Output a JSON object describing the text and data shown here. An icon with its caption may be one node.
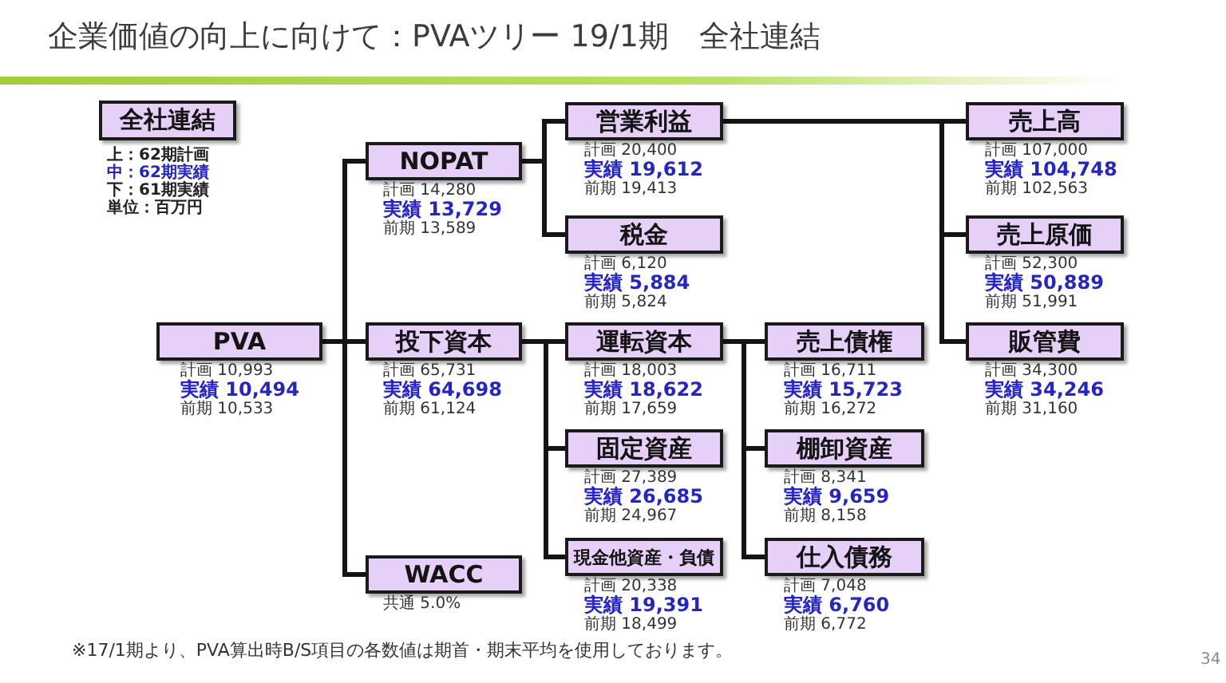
{
  "diagram": {
    "title": "企業価値の向上に向けて：PVAツリー 19/1期　全社連結",
    "caption": "※17/1期より、PVA算出時B/S項目の各数値は期首・期末平均を使用しております。",
    "nodes": [
      {
        "text": [
          "全社連結"
        ],
        "beside": [
          "上：62期計画",
          "中：62期実績",
          "下：61期実績",
          "単位：百万円"
        ]
      },
      {
        "text": [
          "NOPAT"
        ],
        "beside": [
          "計画 14,280",
          "実績 13,729",
          "前期 13,589"
        ]
      },
      {
        "text": [
          "営業利益"
        ],
        "beside": [
          "計画 20,400",
          "実績 19,612",
          "前期 19,413"
        ]
      },
      {
        "text": [
          "売上高"
        ],
        "beside": [
          "計画 107,000",
          "実績 104,748",
          "前期 102,563"
        ]
      },
      {
        "text": [
          "売上原価"
        ],
        "beside": [
          "計画 52,300",
          "実績 50,889",
          "前期 51,991"
        ]
      },
      {
        "text": [
          "税金"
        ],
        "beside": [
          "計画 6,120",
          "実績 5,884",
          "前期 5,824"
        ]
      },
      {
        "text": [
          "PVA"
        ],
        "beside": [
          "計画 10,993",
          "実績 10,494",
          "前期 10,533"
        ]
      },
      {
        "text": [
          "投下資本"
        ],
        "beside": [
          "計画 65,731",
          "実績 64,698",
          "前期 61,124"
        ]
      },
      {
        "text": [
          "運転資本"
        ],
        "beside": [
          "計画 18,003",
          "実績 18,622",
          "前期 17,659"
        ]
      },
      {
        "text": [
          "売上債権"
        ],
        "beside": [
          "計画 16,711",
          "実績 15,723",
          "前期 16,272"
        ]
      },
      {
        "text": [
          "販管費"
        ],
        "beside": [
          "計画 34,300",
          "実績 34,246",
          "前期 31,160"
        ]
      },
      {
        "text": [
          "固定資産"
        ],
        "beside": [
          "計画 27,389",
          "実績 26,685",
          "前期 24,967"
        ]
      },
      {
        "text": [
          "棚卸資産"
        ],
        "beside": [
          "計画 8,341",
          "実績 9,659",
          "前期 8,158"
        ]
      },
      {
        "text": [
          "WACC"
        ],
        "beside": [
          "共通 5.0%"
        ]
      },
      {
        "text": [
          "現金他資産・負債"
        ],
        "beside": [
          "計画 20,338",
          "実績 19,391",
          "前期 18,499"
        ]
      },
      {
        "text": [
          "仕入債務"
        ],
        "beside": [
          "計画 7,048",
          "実績 6,760",
          "前期 6,772"
        ]
      }
    ],
    "edges": [
      {
        "from": 6,
        "to": 1,
        "arrow": "none"
      },
      {
        "from": 6,
        "to": 7,
        "arrow": "none"
      },
      {
        "from": 6,
        "to": 13,
        "arrow": "none"
      },
      {
        "from": 1,
        "to": 2,
        "arrow": "none"
      },
      {
        "from": 1,
        "to": 5,
        "arrow": "none"
      },
      {
        "from": 2,
        "to": 3,
        "arrow": "none"
      },
      {
        "from": 2,
        "to": 4,
        "arrow": "none"
      },
      {
        "from": 2,
        "to": 10,
        "arrow": "none"
      },
      {
        "from": 7,
        "to": 8,
        "arrow": "none"
      },
      {
        "from": 7,
        "to": 11,
        "arrow": "none"
      },
      {
        "from": 7,
        "to": 14,
        "arrow": "none"
      },
      {
        "from": 8,
        "to": 9,
        "arrow": "none"
      },
      {
        "from": 8,
        "to": 12,
        "arrow": "none"
      },
      {
        "from": 8,
        "to": 15,
        "arrow": "none"
      }
    ],
    "labels": [
      "34"
    ]
  }
}
